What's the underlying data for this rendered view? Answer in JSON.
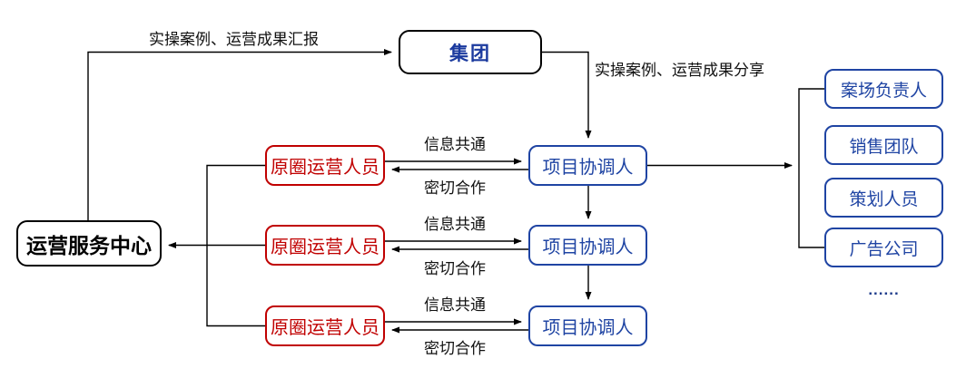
{
  "diagram": {
    "title_context": "operations-organization-flowchart",
    "nodes": {
      "group": "集团",
      "ops_center": "运营服务中心",
      "operator": "原圈运营人员",
      "coordinator": "项目协调人",
      "stakeholders": [
        "案场负责人",
        "销售团队",
        "策划人员",
        "广告公司"
      ],
      "more_indicator": "......"
    },
    "edge_labels": {
      "report": "实操案例、运营成果汇报",
      "share": "实操案例、运营成果分享",
      "info_sharing": "信息共通",
      "close_cooperation": "密切合作"
    },
    "colors": {
      "blue_node": "#1f44a3",
      "group_text": "#1b3a9e",
      "red_node": "#c00000",
      "black_node": "#000000",
      "line": "#000000"
    }
  }
}
